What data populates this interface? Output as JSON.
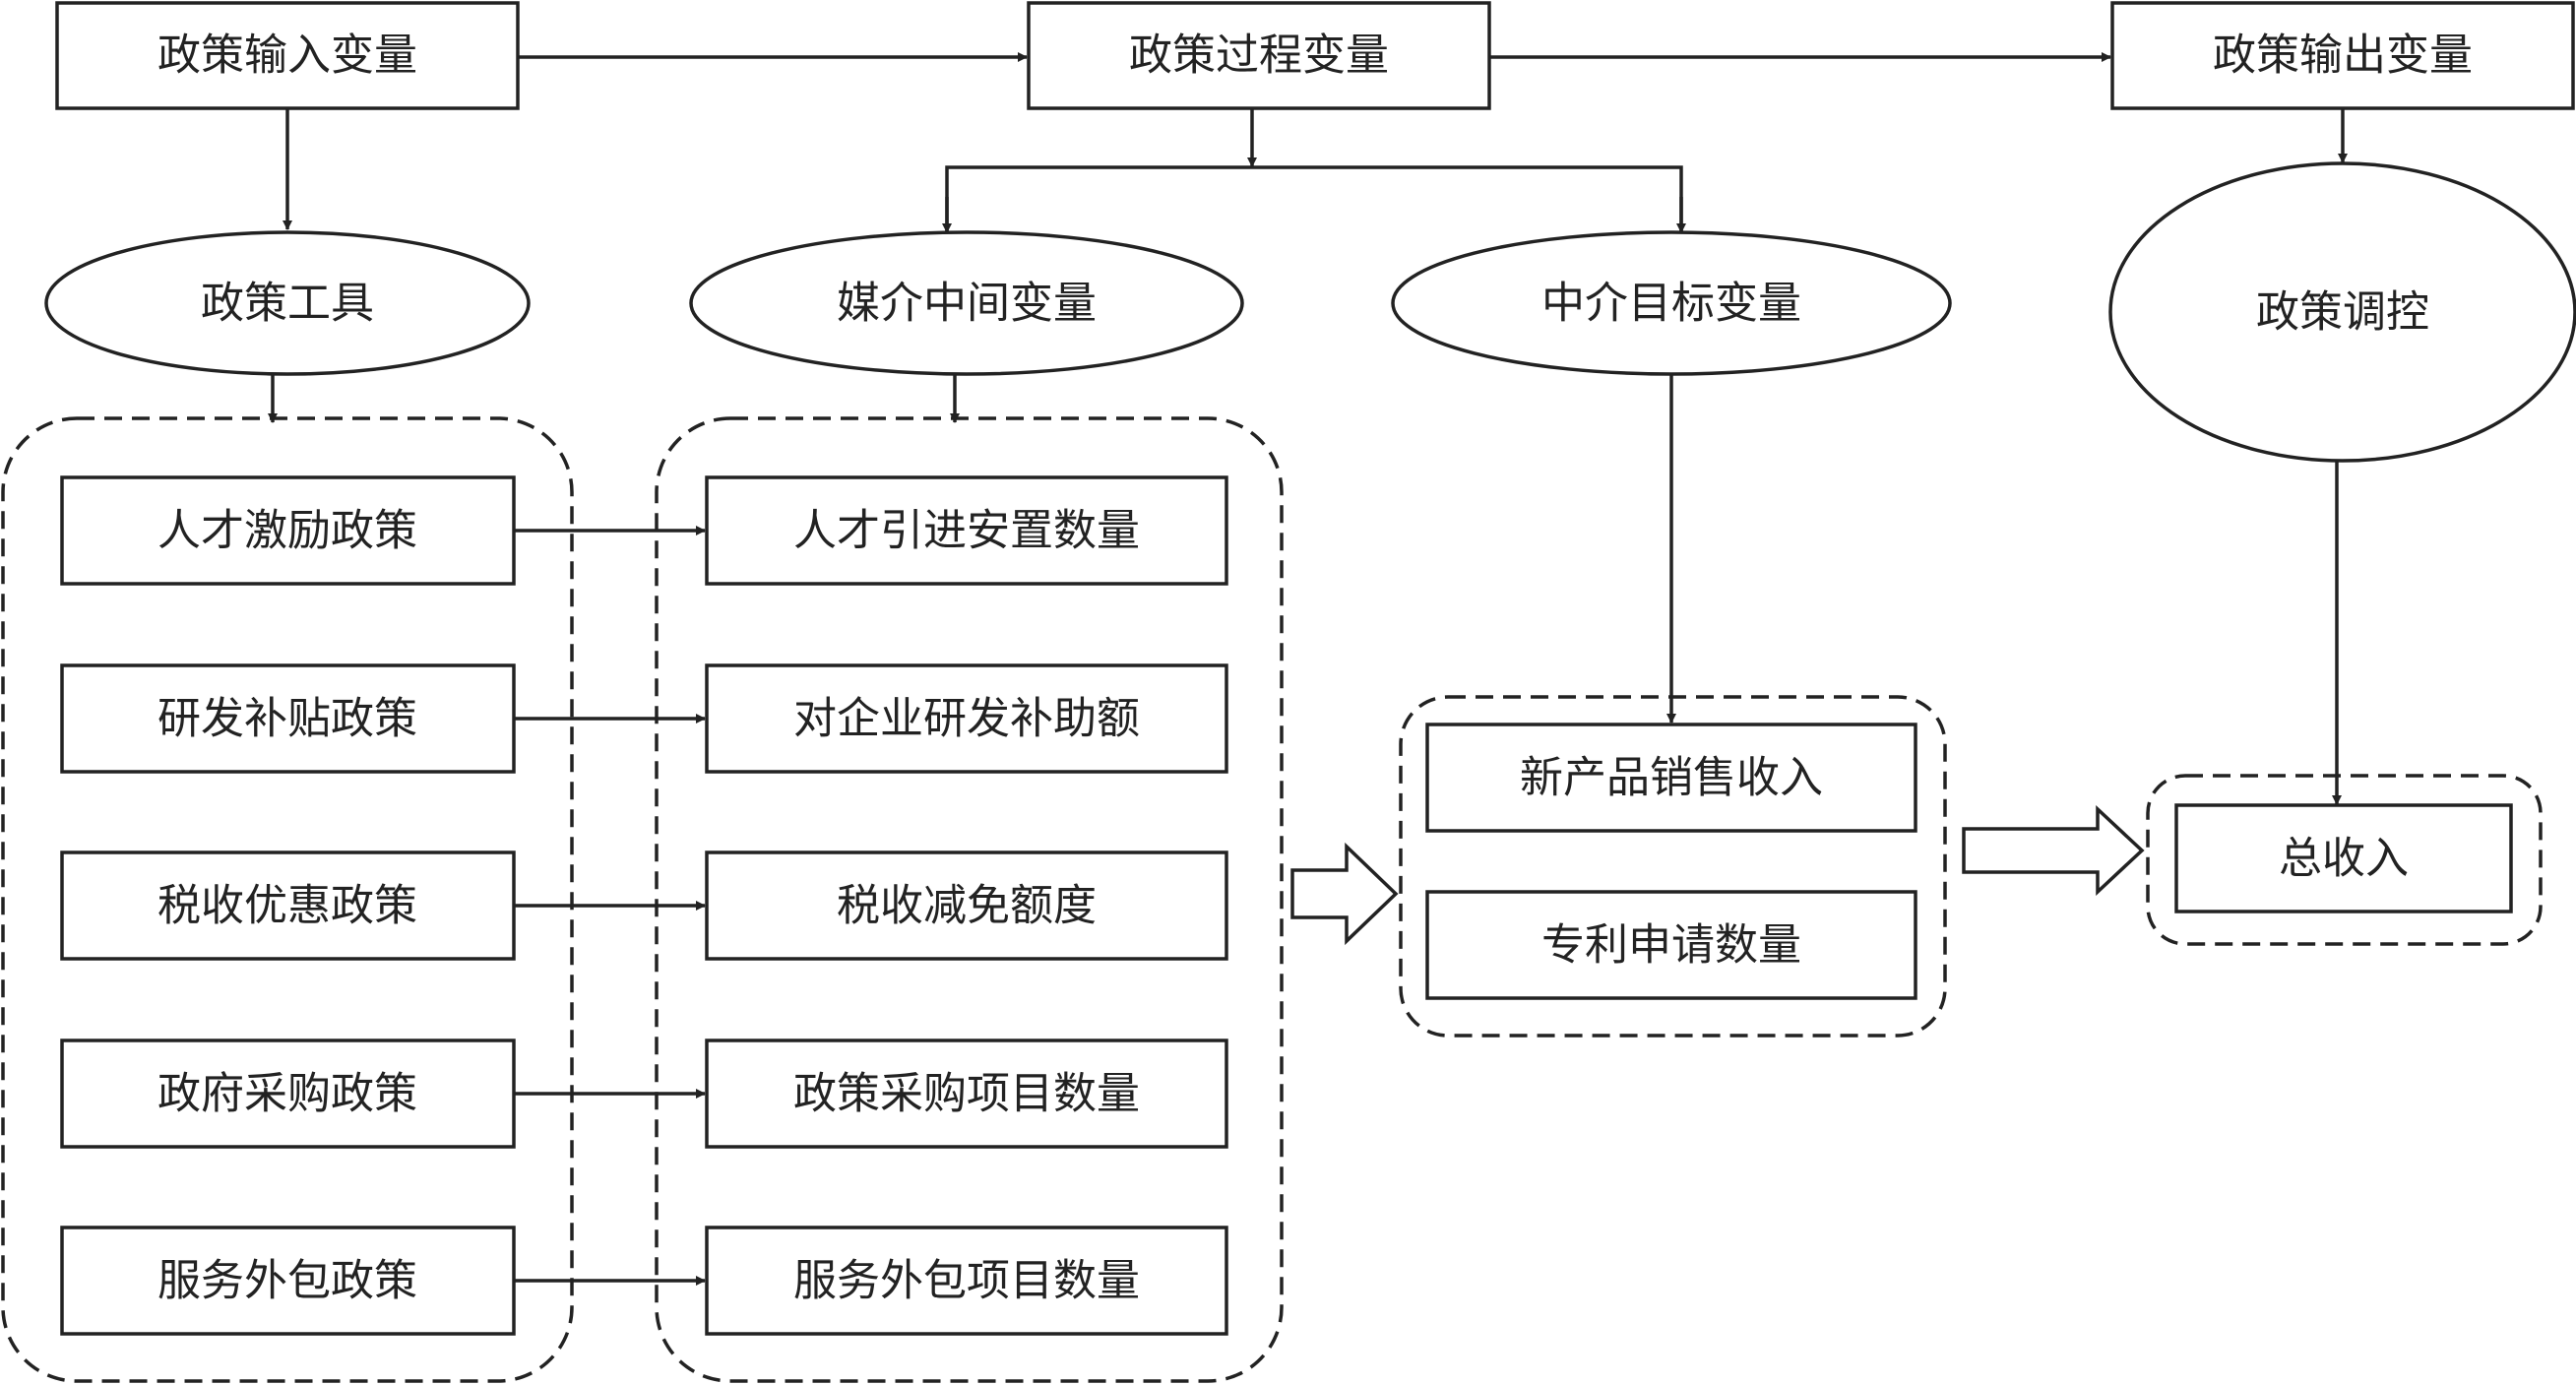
{
  "top": {
    "input": "政策输入变量",
    "process": "政策过程变量",
    "output": "政策输出变量"
  },
  "categories": {
    "tools": "政策工具",
    "mediator": "媒介中间变量",
    "intermediate_target": "中介目标变量",
    "regulation": "政策调控"
  },
  "policy_tools": [
    "人才激励政策",
    "研发补贴政策",
    "税收优惠政策",
    "政府采购政策",
    "服务外包政策"
  ],
  "mediator_vars": [
    "人才引进安置数量",
    "对企业研发补助额",
    "税收减免额度",
    "政策采购项目数量",
    "服务外包项目数量"
  ],
  "target_vars": [
    "新产品销售收入",
    "专利申请数量"
  ],
  "output_var": "总收入"
}
